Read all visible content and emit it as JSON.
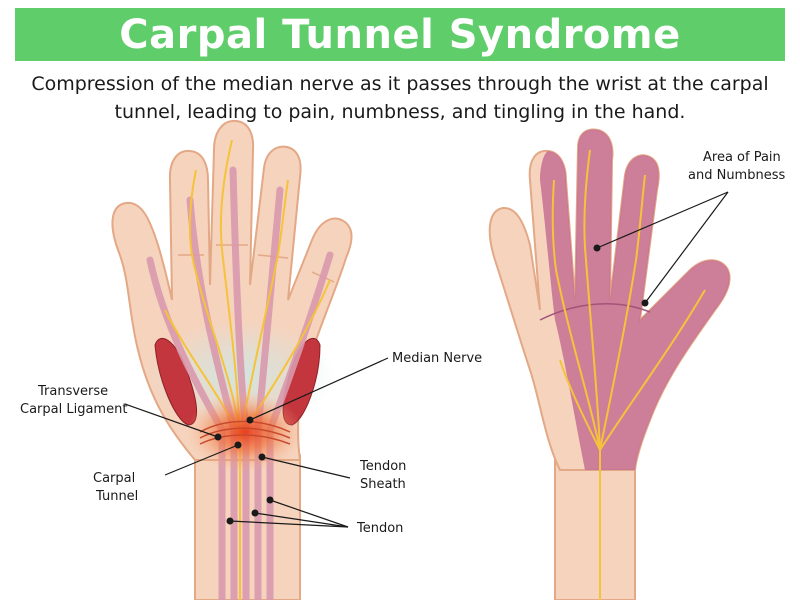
{
  "title": "Carpal Tunnel Syndrome",
  "subtitle_line1": "Compression of the median nerve as it passes through the wrist at the carpal",
  "subtitle_line2": "tunnel, leading to pain, numbness, and tingling in the hand.",
  "labels": {
    "median_nerve": "Median Nerve",
    "transverse_1": "Transverse",
    "transverse_2": "Carpal Ligament",
    "carpal_tunnel_1": "Carpal",
    "carpal_tunnel_2": "Tunnel",
    "tendon_sheath_1": "Tendon",
    "tendon_sheath_2": "Sheath",
    "tendon": "Tendon",
    "pain_1": "Area of Pain",
    "pain_2": "and Numbness"
  },
  "colors": {
    "title_bar": "#5fcd6a",
    "skin": "#f6d3bd",
    "skin_outline": "#e3a886",
    "nerve": "#f5c33b",
    "tendon": "#d99aae",
    "muscle": "#c4363d",
    "pain_area": "#c56f93",
    "inflammation": "#e8532a"
  }
}
